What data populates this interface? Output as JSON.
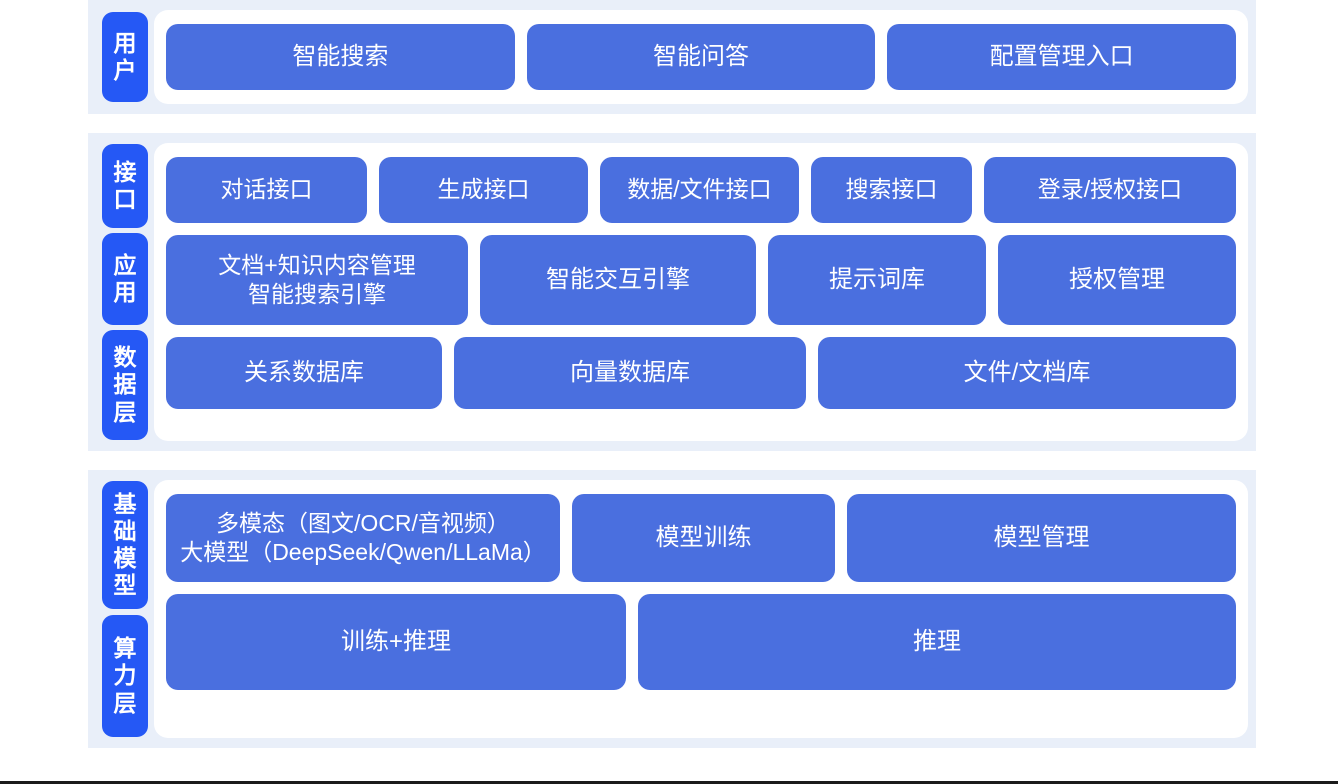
{
  "palette": {
    "page_background": "#ffffff",
    "section_background": "#e9eff9",
    "panel_background": "#ffffff",
    "card_blue": "#4a6fdf",
    "chip_blue": "#2558f5",
    "card_text": "#ffffff"
  },
  "sections": [
    {
      "id": "user",
      "rails": [
        {
          "name": "user",
          "label": "用户"
        }
      ],
      "rows": [
        {
          "id": "user",
          "cards": [
            {
              "name": "smart-search",
              "label": "智能搜索"
            },
            {
              "name": "smart-qa",
              "label": "智能问答"
            },
            {
              "name": "config-management-entry",
              "label": "配置管理入口"
            }
          ]
        }
      ]
    },
    {
      "id": "core",
      "rails": [
        {
          "name": "interface",
          "label": "接口"
        },
        {
          "name": "application",
          "label": "应用"
        },
        {
          "name": "data-layer",
          "label": "数据层"
        }
      ],
      "rows": [
        {
          "id": "interface",
          "cards": [
            {
              "name": "dialog-api",
              "label": "对话接口"
            },
            {
              "name": "generation-api",
              "label": "生成接口"
            },
            {
              "name": "data-file-api",
              "label": "数据/文件接口"
            },
            {
              "name": "search-api",
              "label": "搜索接口"
            },
            {
              "name": "login-authorization-api",
              "label": "登录/授权接口"
            }
          ]
        },
        {
          "id": "application",
          "cards": [
            {
              "name": "document-knowledge-management",
              "label": "文档+知识内容管理\n智能搜索引擎"
            },
            {
              "name": "smart-interaction-engine",
              "label": "智能交互引擎"
            },
            {
              "name": "prompt-library",
              "label": "提示词库"
            },
            {
              "name": "authorization-management",
              "label": "授权管理"
            }
          ]
        },
        {
          "id": "data",
          "cards": [
            {
              "name": "relational-database",
              "label": "关系数据库"
            },
            {
              "name": "vector-database",
              "label": "向量数据库"
            },
            {
              "name": "file-document-store",
              "label": "文件/文档库"
            }
          ]
        }
      ]
    },
    {
      "id": "base",
      "rails": [
        {
          "name": "foundation-model",
          "label": "基础模型"
        },
        {
          "name": "compute-layer",
          "label": "算力层"
        }
      ],
      "rows": [
        {
          "id": "model",
          "cards": [
            {
              "name": "multimodal-large-model",
              "label": "多模态（图文/OCR/音视频）\n大模型（DeepSeek/Qwen/LLaMa）"
            },
            {
              "name": "model-training",
              "label": "模型训练"
            },
            {
              "name": "model-management",
              "label": "模型管理"
            }
          ]
        },
        {
          "id": "compute",
          "cards": [
            {
              "name": "training-and-inference",
              "label": "训练+推理"
            },
            {
              "name": "inference",
              "label": "推理"
            }
          ]
        }
      ]
    }
  ]
}
